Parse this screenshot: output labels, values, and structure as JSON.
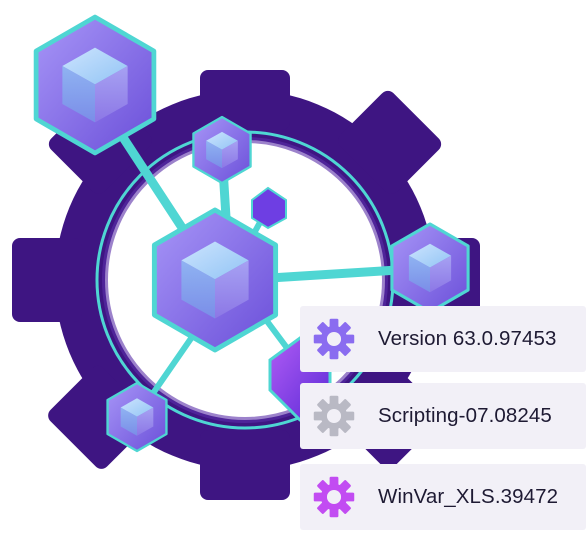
{
  "version_card": {
    "label": "Version 63.0.97453",
    "icon": "gear-icon",
    "color": "#8a6cf0"
  },
  "scripting_card": {
    "label": "Scripting-07.08245",
    "icon": "gear-icon",
    "color": "#b9b9c4"
  },
  "winvar_card": {
    "label": "WinVar_XLS.39472",
    "icon": "gear-icon",
    "color": "#c24cf2"
  },
  "colors": {
    "big_gear": "#3e1582",
    "node_fill": "#8f7ff0",
    "node_outline": "#4fd6d3",
    "connector": "#4fd6d3"
  }
}
